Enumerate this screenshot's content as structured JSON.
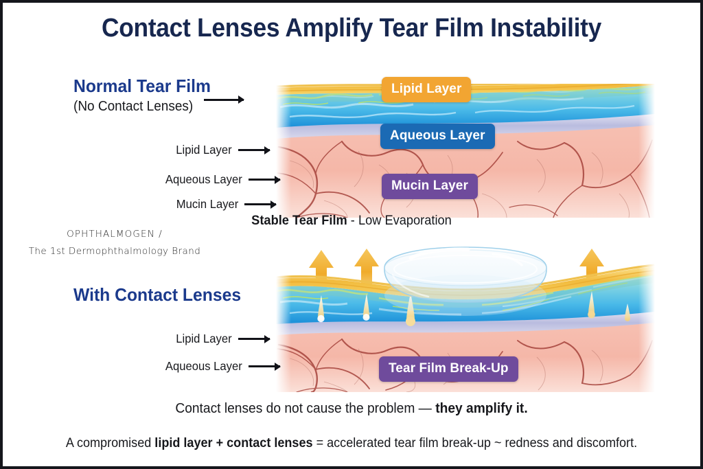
{
  "page": {
    "title": "Contact Lenses Amplify Tear Film Instability",
    "border_color": "#15161c",
    "background": "#ffffff"
  },
  "brand": {
    "line1": "OPHTHALMOGEN /",
    "line2": "The 1st Dermophthalmology Brand"
  },
  "colors": {
    "heading_blue": "#1b3a8c",
    "title_navy": "#17274f",
    "lipid_orange": "#f2a532",
    "aqueous_blue": "#1b6ab4",
    "mucin_purple": "#6f4b9c",
    "arrow_gold": "#f0b23c",
    "tissue_pink": "#f3b3a4",
    "vessel_red": "#9e3a36"
  },
  "sections": {
    "normal": {
      "heading": "Normal Tear Film",
      "subheading": "(No Contact Lenses)",
      "callouts": [
        {
          "label": "Lipid Layer"
        },
        {
          "label": "Aqueous Layer"
        },
        {
          "label": "Mucin Layer"
        }
      ],
      "badges": [
        {
          "label": "Lipid Layer",
          "kind": "lipid"
        },
        {
          "label": "Aqueous Layer",
          "kind": "aqueous"
        },
        {
          "label": "Mucin Layer",
          "kind": "mucin"
        }
      ],
      "caption_bold": "Stable Tear Film",
      "caption_rest": " - Low Evaporation"
    },
    "lenses": {
      "heading": "With Contact Lenses",
      "callouts": [
        {
          "label": "Lipid Layer"
        },
        {
          "label": "Aqueous Layer"
        }
      ],
      "badges": [
        {
          "label": "Tear Film  Break-Up",
          "kind": "mucin"
        }
      ]
    }
  },
  "footer": {
    "amplify_plain": "Contact lenses do not cause the problem — ",
    "amplify_bold": "they amplify it.",
    "summary_part1": "A compromised ",
    "summary_bold": "lipid layer + contact lenses",
    "summary_part2": " = accelerated tear film break-up ~ redness and discomfort."
  }
}
